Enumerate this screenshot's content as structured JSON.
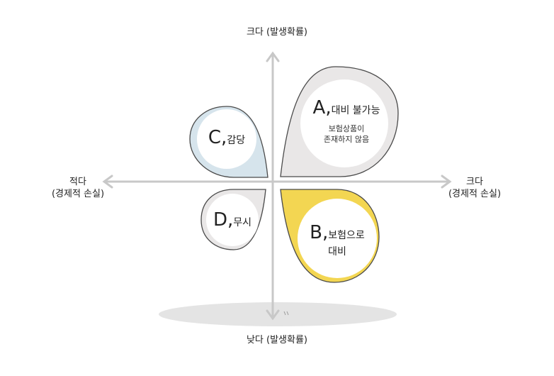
{
  "axes": {
    "top": "크다 (발생확률)",
    "bottom": "낮다 (발생확률)",
    "left_line1": "적다",
    "left_line2": "(경제적 손실)",
    "right_line1": "크다",
    "right_line2": "(경제적 손실)"
  },
  "quadrants": {
    "a": {
      "letter": "A,",
      "title": "대비 불가능",
      "desc1": "보험상품이",
      "desc2": "존재하지 않음"
    },
    "b": {
      "letter": "B,",
      "title_line1": "보험으로",
      "title_line2": "대비"
    },
    "c": {
      "letter": "C,",
      "title": "감당"
    },
    "d": {
      "letter": "D,",
      "title": "무시"
    }
  },
  "colors": {
    "axis": "#c8c8c8",
    "petal_grey": "#e9e7e7",
    "petal_blue": "#d6e4ec",
    "petal_yellow": "#f3d652",
    "outline": "#4a4a4a",
    "shadow": "#e4e4e4"
  }
}
